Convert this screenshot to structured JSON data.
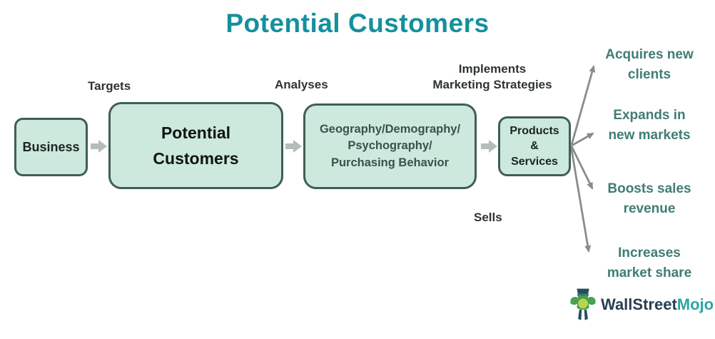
{
  "title": "Potential Customers",
  "boxes": {
    "business": {
      "label": "Business"
    },
    "potential_customers": {
      "line1": "Potential",
      "line2": "Customers"
    },
    "segmentation": {
      "line1": "Geography/Demography/",
      "line2": "Psychography/",
      "line3": "Purchasing Behavior"
    },
    "products_services": {
      "line1": "Products",
      "line2": "&",
      "line3": "Services"
    }
  },
  "edge_labels": {
    "targets": "Targets",
    "analyses": "Analyses",
    "implements_line1": "Implements",
    "implements_line2": "Marketing Strategies",
    "sells": "Sells"
  },
  "outcomes": [
    {
      "line1": "Acquires new",
      "line2": "clients"
    },
    {
      "line1": "Expands in",
      "line2": "new markets"
    },
    {
      "line1": "Boosts sales",
      "line2": "revenue"
    },
    {
      "line1": "Increases",
      "line2": "market share"
    }
  ],
  "logo": {
    "icon": "wallstreetmojo-bull-icon",
    "text_part1": "WallStreet",
    "text_part2": "Mojo"
  },
  "colors": {
    "title_teal": "#13919c",
    "box_fill": "#cde8dc",
    "box_border": "#3f5e57",
    "box_text": "#1c2523",
    "segmentation_text": "#3b514d",
    "edge_label_text": "#2e3336",
    "outcome_text": "#3f7d74",
    "connector_block_arrow": "#b5bcba",
    "fan_arrow": "#8b8b8b",
    "logo_navy": "#2b3d51",
    "logo_teal": "#2aa7a3"
  }
}
